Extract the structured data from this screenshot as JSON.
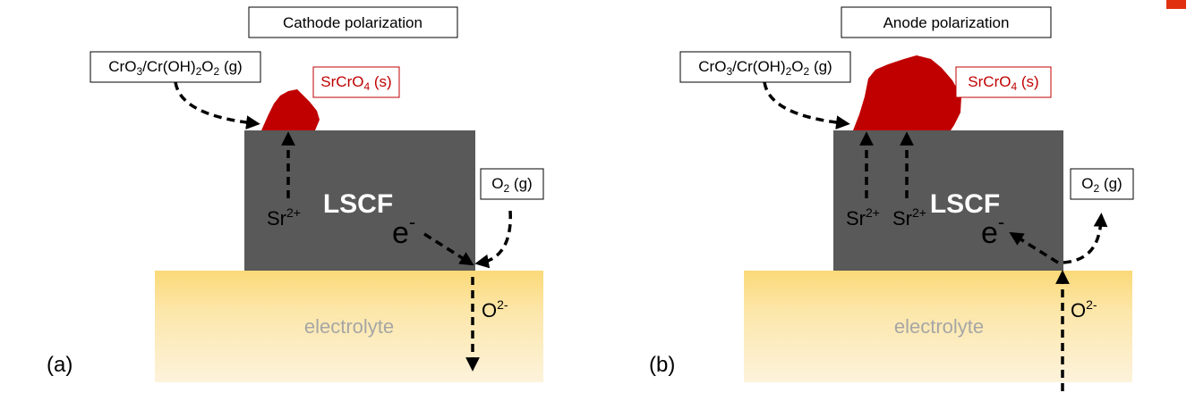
{
  "panels": [
    {
      "letter": "(a)",
      "mode_title": "Cathode polarization",
      "gas_label": {
        "main1": "CrO",
        "sub1": "3",
        "main2": "/Cr(OH)",
        "sub2": "2",
        "main3": "O",
        "sub3": "2",
        "tail": " (g)"
      },
      "deposit_label": {
        "main": "SrCrO",
        "sub": "4",
        "tail": " (s)"
      },
      "oxygen_label": {
        "main": "O",
        "sub": "2",
        "tail": " (g)"
      },
      "electrode_label": "LSCF",
      "electrolyte_label": "electrolyte",
      "electron_label": {
        "main": "e",
        "sup": "-"
      },
      "oxide_ion_label": {
        "main": "O",
        "sup": "2-"
      },
      "strontium_labels": [
        {
          "main": "Sr",
          "sup": "2+"
        }
      ]
    },
    {
      "letter": "(b)",
      "mode_title": "Anode polarization",
      "gas_label": {
        "main1": "CrO",
        "sub1": "3",
        "main2": "/Cr(OH)",
        "sub2": "2",
        "main3": "O",
        "sub3": "2",
        "tail": " (g)"
      },
      "deposit_label": {
        "main": "SrCrO",
        "sub": "4",
        "tail": " (s)"
      },
      "oxygen_label": {
        "main": "O",
        "sub": "2",
        "tail": " (g)"
      },
      "electrode_label": "LSCF",
      "electrolyte_label": "electrolyte",
      "electron_label": {
        "main": "e",
        "sup": "-"
      },
      "oxide_ion_label": {
        "main": "O",
        "sup": "2-"
      },
      "strontium_labels": [
        {
          "main": "Sr",
          "sup": "2+"
        },
        {
          "main": "Sr",
          "sup": "2+"
        }
      ]
    }
  ],
  "colors": {
    "electrode": "#595959",
    "deposit": "#c00000",
    "electrolyte_top": "#fbd978",
    "electrolyte_bottom": "#fdf3dc",
    "corner_badge": "#e03010"
  }
}
